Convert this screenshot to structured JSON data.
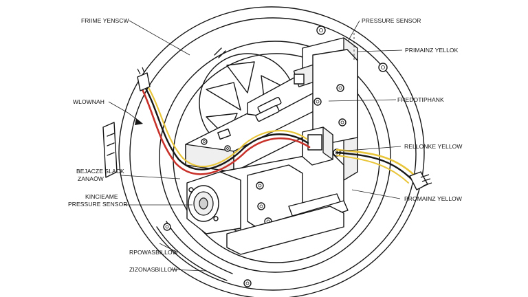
{
  "labels": [
    {
      "id": "frame-sensor",
      "text": "FRIIME YENSCW"
    },
    {
      "id": "pressure-sensor-top",
      "text": "PRESSURE SENSOR"
    },
    {
      "id": "primainz-yellok",
      "text": "PRIMAINZ YELLOK"
    },
    {
      "id": "wlownah",
      "text": "WLOWNAH"
    },
    {
      "id": "fredotiphank",
      "text": "FREDOTIPHANK"
    },
    {
      "id": "rellonke-yellow",
      "text": "RELLONKE YELLOW"
    },
    {
      "id": "bejacze-slack-1",
      "text": "BEJACZE SLACK"
    },
    {
      "id": "bejacze-slack-2",
      "text": "ZANAŌW"
    },
    {
      "id": "kincieame-1",
      "text": "KINCIEAME"
    },
    {
      "id": "kincieame-2",
      "text": "PRESSURE SENSOR"
    },
    {
      "id": "promainz-yellow",
      "text": "PROMAINZ YELLOW"
    },
    {
      "id": "rpowasbllow",
      "text": "RPOWASBILLOW"
    },
    {
      "id": "zizonasbillow",
      "text": "ZIZONASBILLOW"
    }
  ],
  "colors": {
    "wire_red": "#c8322a",
    "wire_yellow": "#e9c53a",
    "wire_black": "#161616",
    "line": "#151515",
    "background": "#ffffff"
  }
}
